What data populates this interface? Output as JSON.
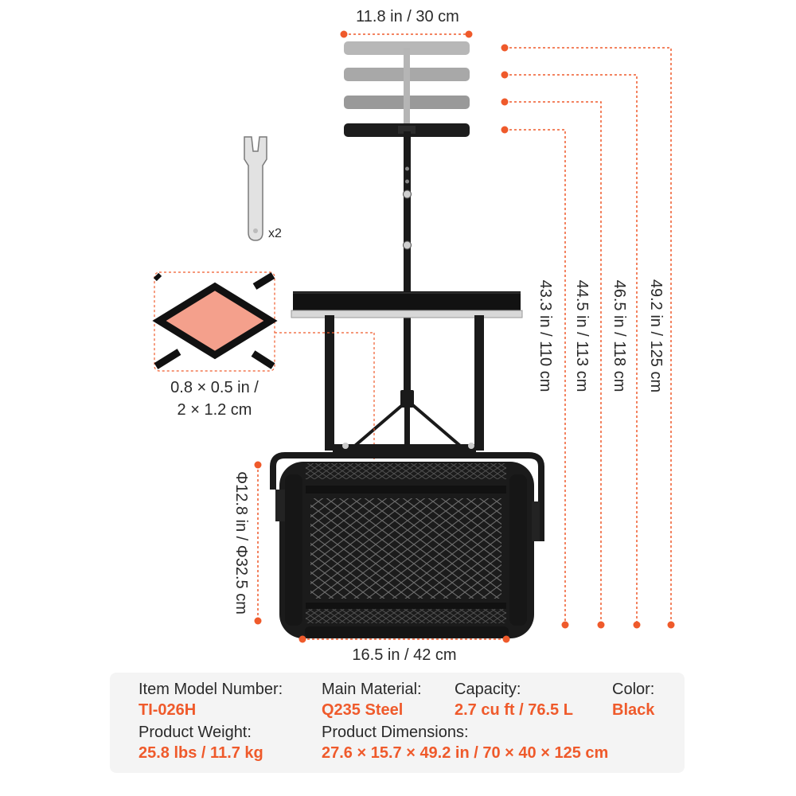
{
  "dimensions": {
    "handle_width": "11.8 in / 30 cm",
    "heights": [
      "43.3 in / 110 cm",
      "44.5 in / 113 cm",
      "46.5 in / 118 cm",
      "49.2 in / 125 cm"
    ],
    "mesh_size_line1": "0.8 × 0.5 in /",
    "mesh_size_line2": "2 × 1.2 cm",
    "drum_diameter": "Φ12.8 in / Φ32.5 cm",
    "drum_width": "16.5 in / 42 cm"
  },
  "wrench": {
    "quantity": "x2"
  },
  "specs": {
    "model_label": "Item Model Number:",
    "model_value": "TI-026H",
    "material_label": "Main Material:",
    "material_value": "Q235 Steel",
    "capacity_label": "Capacity:",
    "capacity_value": "2.7 cu ft / 76.5 L",
    "color_label": "Color:",
    "color_value": "Black",
    "weight_label": "Product Weight:",
    "weight_value": "25.8 lbs / 11.7 kg",
    "dimensions_label": "Product Dimensions:",
    "dimensions_value": "27.6 × 15.7 × 49.2 in / 70 × 40 × 125 cm"
  },
  "colors": {
    "accent": "#ef5a2b",
    "steel": "#1a1a1a",
    "mesh_fill": "#f4a08c"
  }
}
